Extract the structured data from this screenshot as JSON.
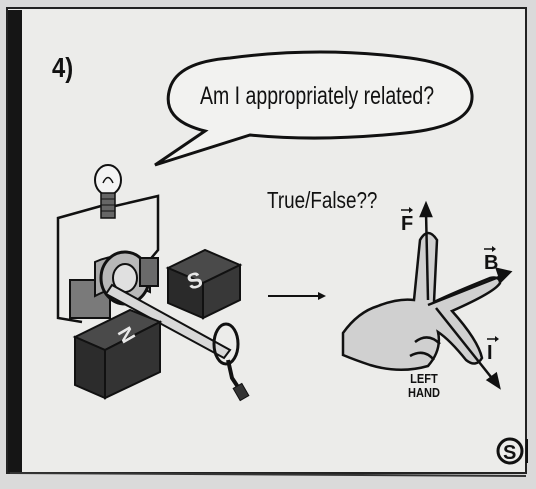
{
  "question_number": "4)",
  "speech_bubble": "Am I appropriately related?",
  "prompt": "True/False??",
  "vectors": {
    "force": "F",
    "field": "B",
    "current": "I"
  },
  "hand_label": {
    "line1": "LEFT",
    "line2": "HAND"
  },
  "magnet_poles": {
    "south": "S",
    "north": "N"
  },
  "logo": "S",
  "colors": {
    "paper": "#ececea",
    "ink": "#111111",
    "left_bar": "#151515"
  }
}
